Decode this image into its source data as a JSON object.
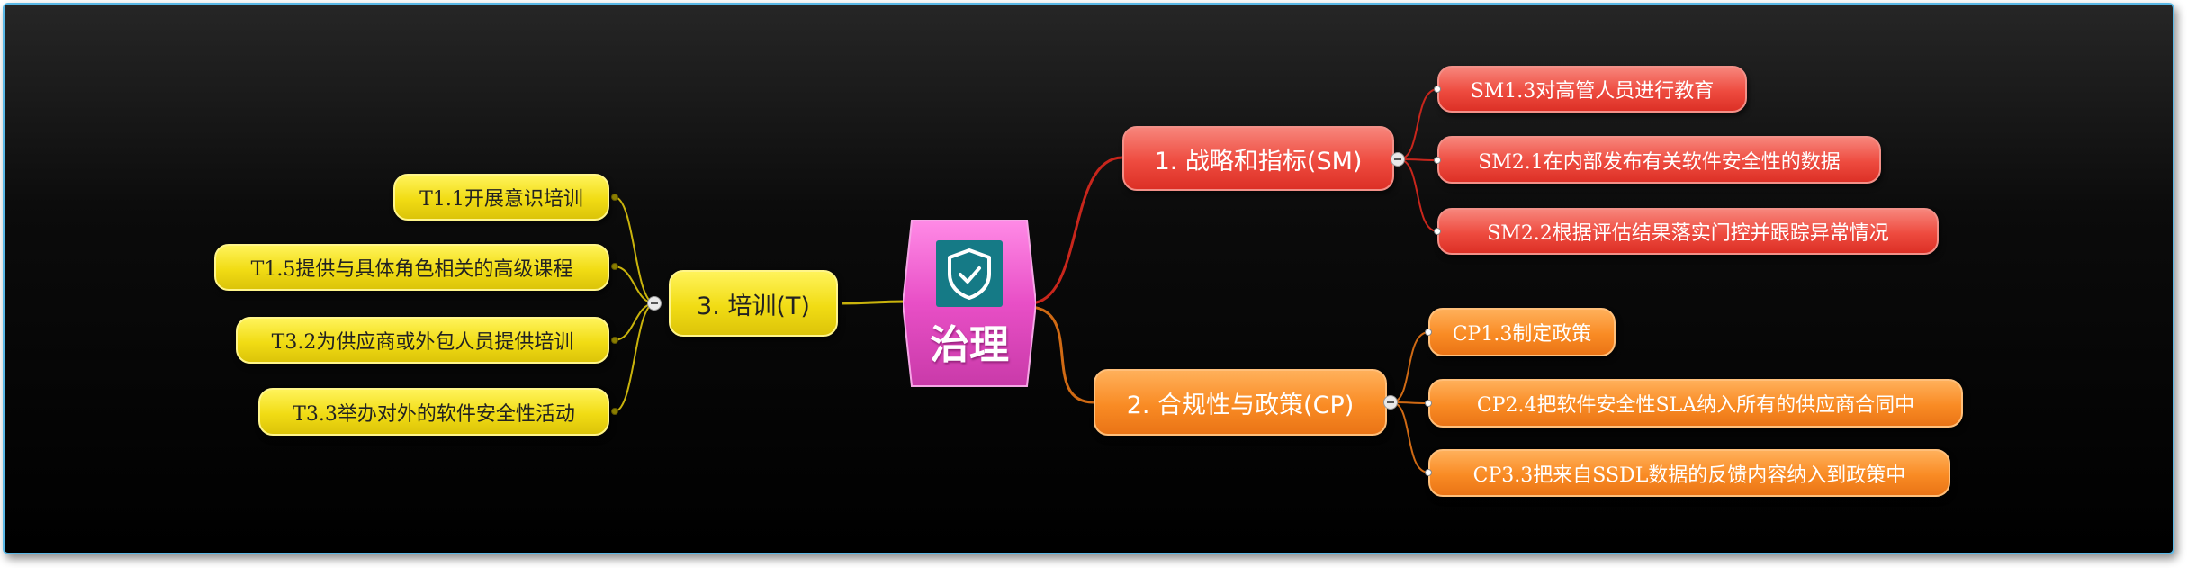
{
  "center": {
    "label": "治理",
    "icon": "shield-check-icon",
    "color": "#e64fc7"
  },
  "branches": [
    {
      "id": "sm",
      "label": "1. 战略和指标(SM)",
      "color": "#ee4b3f",
      "children": [
        "SM1.3对高管人员进行教育",
        "SM2.1在内部发布有关软件安全性的数据",
        "SM2.2根据评估结果落实门控并跟踪异常情况"
      ]
    },
    {
      "id": "cp",
      "label": "2. 合规性与政策(CP)",
      "color": "#f98b24",
      "children": [
        "CP1.3制定政策",
        "CP2.4把软件安全性SLA纳入所有的供应商合同中",
        "CP3.3把来自SSDL数据的反馈内容纳入到政策中"
      ]
    },
    {
      "id": "t",
      "label": "3. 培训(T)",
      "color": "#f1dc14",
      "children": [
        "T1.1开展意识培训",
        "T1.5提供与具体角色相关的高级课程",
        "T3.2为供应商或外包人员提供培训",
        "T3.3举办对外的软件安全性活动"
      ]
    }
  ]
}
